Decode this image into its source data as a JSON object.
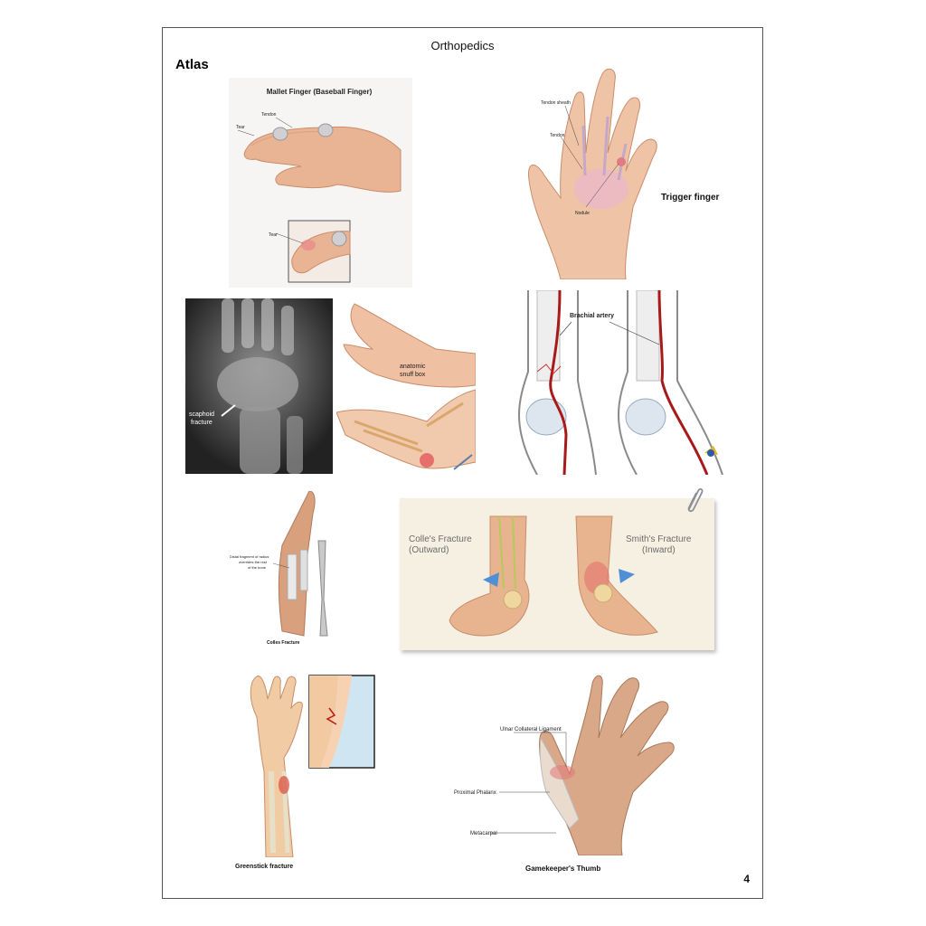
{
  "page": {
    "header": "Orthopedics",
    "section": "Atlas",
    "page_number": "4"
  },
  "mallet": {
    "title": "Mallet Finger (Baseball Finger)",
    "tendon": "Tendon",
    "tear": "Tear",
    "tear_inset": "Tear"
  },
  "trigger": {
    "tendon_sheath": "Tendon sheath",
    "tendon": "Tendon",
    "nodule": "Nodule",
    "caption": "Trigger finger"
  },
  "scaphoid": {
    "label_line1": "scaphoid",
    "label_line2": "fracture"
  },
  "snuffbox": {
    "label_line1": "anatomic",
    "label_line2": "snuff box"
  },
  "brachial": {
    "label": "Brachial artery"
  },
  "colles_small": {
    "note_line1": "Distal fragment of radius",
    "note_line2": "overrides the rest",
    "note_line3": "of the bone",
    "caption": "Colles Fracture"
  },
  "colles_smith": {
    "colles_line1": "Colle's Fracture",
    "colles_line2": "(Outward)",
    "smith_line1": "Smith's Fracture",
    "smith_line2": "(Inward)"
  },
  "greenstick": {
    "caption": "Greenstick fracture"
  },
  "gamekeeper": {
    "ligament": "Ulnar Collateral Ligament",
    "phalanx": "Proximal Phalanx",
    "metacarpal": "Metacarpal",
    "caption": "Gamekeeper's Thumb"
  }
}
